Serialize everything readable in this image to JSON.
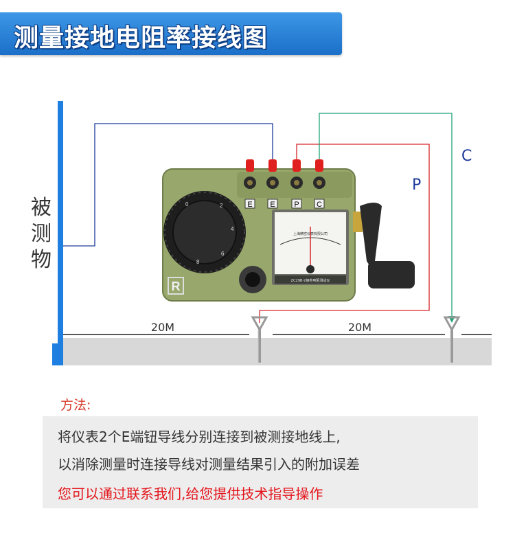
{
  "title": "测量接地电阻率接线图",
  "labels": {
    "object": [
      "被",
      "测",
      "物"
    ],
    "distance_left": "20M",
    "distance_right": "20M",
    "lead_c": "C",
    "lead_p": "P"
  },
  "device": {
    "terminals": [
      "E",
      "E",
      "P",
      "C"
    ],
    "brand_mark": "R",
    "meter_maker": "上海精密仪表有限公司",
    "model": "ZC29B-2接地电阻测试仪"
  },
  "method": {
    "title": "方法:",
    "line1": "将仪表2个E端钮导线分别连接到被测接地线上,",
    "line2": "以消除测量时连接导线对测量结果引入的附加误差",
    "line3": "您可以通过联系我们,给您提供技术指导操作"
  },
  "colors": {
    "banner": "#2a83dc",
    "wire_e": "#1c3a9c",
    "wire_p": "#d6262a",
    "wire_c": "#1fa37a",
    "device_body": "#9aaa6e",
    "accent_red": "#e4141b"
  }
}
